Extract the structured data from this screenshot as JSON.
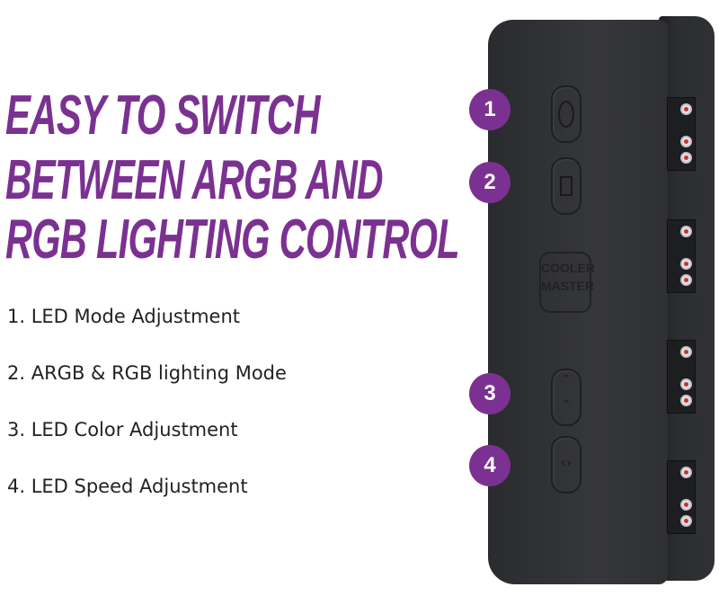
{
  "headline": [
    "EASY TO SWITCH",
    "BETWEEN ARGB AND",
    "RGB LIGHTING CONTROL"
  ],
  "features": [
    "1. LED Mode Adjustment",
    "2. ARGB & RGB lighting Mode",
    "3. LED Color Adjustment",
    "4. LED Speed Adjustment"
  ],
  "badges": [
    "1",
    "2",
    "3",
    "4"
  ],
  "logo": [
    "COOLER",
    "MASTER"
  ],
  "colors": {
    "accent": "#7b3191",
    "device": "#303134"
  }
}
